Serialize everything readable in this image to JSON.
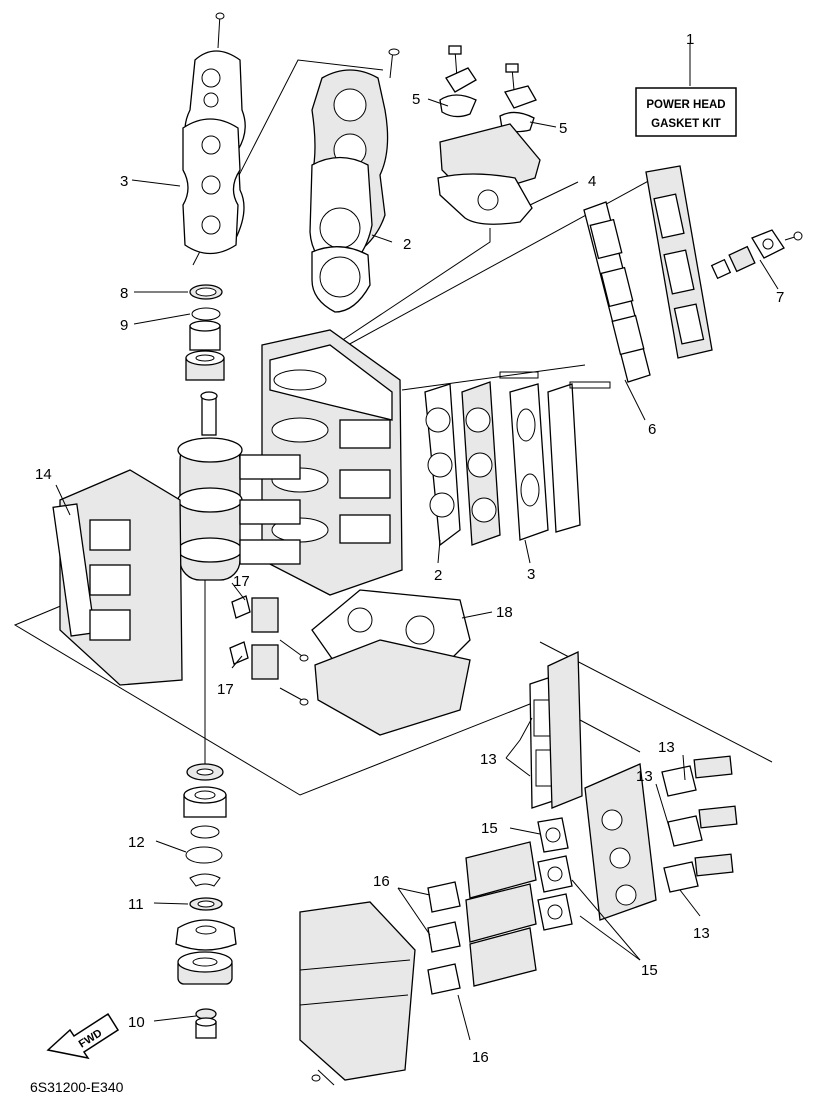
{
  "kit_label": {
    "line1": "POWER HEAD",
    "line2": "GASKET KIT"
  },
  "reference_code": "6S31200-E340",
  "fwd_label": "FWD",
  "callouts": [
    {
      "id": "c1",
      "text": "1"
    },
    {
      "id": "c2a",
      "text": "2"
    },
    {
      "id": "c2b",
      "text": "2"
    },
    {
      "id": "c3a",
      "text": "3"
    },
    {
      "id": "c3b",
      "text": "3"
    },
    {
      "id": "c4",
      "text": "4"
    },
    {
      "id": "c5a",
      "text": "5"
    },
    {
      "id": "c5b",
      "text": "5"
    },
    {
      "id": "c6",
      "text": "6"
    },
    {
      "id": "c7",
      "text": "7"
    },
    {
      "id": "c8",
      "text": "8"
    },
    {
      "id": "c9",
      "text": "9"
    },
    {
      "id": "c10",
      "text": "10"
    },
    {
      "id": "c11",
      "text": "11"
    },
    {
      "id": "c12",
      "text": "12"
    },
    {
      "id": "c13a",
      "text": "13"
    },
    {
      "id": "c13b",
      "text": "13"
    },
    {
      "id": "c13c",
      "text": "13"
    },
    {
      "id": "c13d",
      "text": "13"
    },
    {
      "id": "c14",
      "text": "14"
    },
    {
      "id": "c15a",
      "text": "15"
    },
    {
      "id": "c15b",
      "text": "15"
    },
    {
      "id": "c16a",
      "text": "16"
    },
    {
      "id": "c16b",
      "text": "16"
    },
    {
      "id": "c17a",
      "text": "17"
    },
    {
      "id": "c17b",
      "text": "17"
    },
    {
      "id": "c18",
      "text": "18"
    }
  ]
}
